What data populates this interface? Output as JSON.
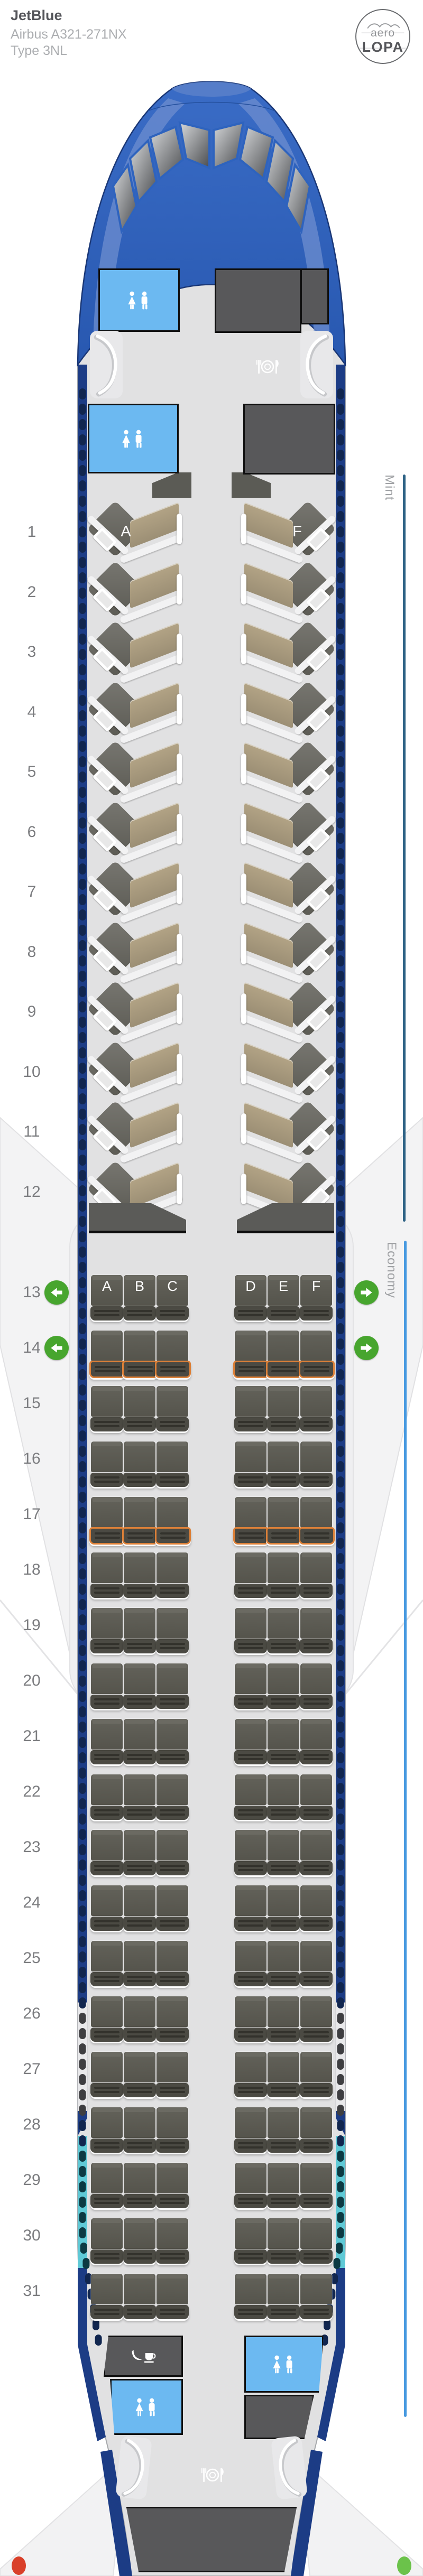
{
  "header": {
    "airline": "JetBlue",
    "aircraft": "Airbus A321-271NX",
    "type": "Type 3NL"
  },
  "logo": {
    "word_top": "aero",
    "word_bottom": "LOPA"
  },
  "sections": {
    "mint": {
      "label": "Mint",
      "line_color": "#2E6285",
      "rows": [
        1,
        2,
        3,
        4,
        5,
        6,
        7,
        8,
        9,
        10,
        11,
        12
      ],
      "letters": [
        "A",
        "F"
      ],
      "letters_on_row": 1
    },
    "economy": {
      "label": "Economy",
      "line_color": "#4799E0",
      "rows": [
        13,
        14,
        15,
        16,
        17,
        18,
        19,
        20,
        21,
        22,
        23,
        24,
        25,
        26,
        27,
        28,
        29,
        30,
        31
      ],
      "letters": [
        "A",
        "B",
        "C",
        "D",
        "E",
        "F"
      ],
      "letters_on_row": 13,
      "extra_legroom_rows": [
        14,
        17
      ],
      "exit_arrow_rows": [
        13,
        14
      ]
    }
  },
  "icons": {
    "lavatory": "man-woman-lavatory-icon",
    "front_galley": "meal-plate-fork-knife-icon",
    "rear_galley": "snack-banana-coffee-icon",
    "exit": "green-arrow-exit-icon"
  },
  "colors": {
    "fuselage_navy": "#1C3C85",
    "fuselage_teal": "#5FC9D6",
    "nose_blue": "#2E63BE",
    "lavatory_blue": "#6CB9F1",
    "galley_gray": "#58585A",
    "seat_gray": "#55544C",
    "mint_bed_tan": "#A89A7C",
    "extra_legroom_orange": "#DC8038",
    "exit_green": "#47A52E"
  },
  "legend": {
    "left_dot_color": "#D9402A",
    "right_dot_color": "#6BC24A"
  }
}
